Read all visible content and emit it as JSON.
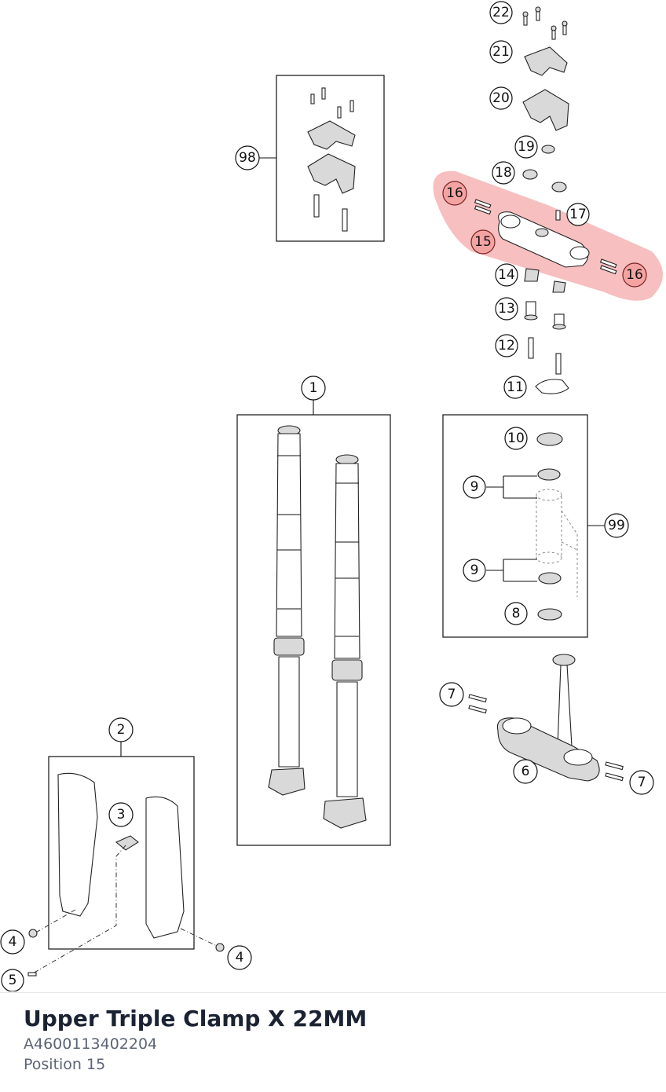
{
  "part": {
    "title": "Upper Triple Clamp X 22MM",
    "number": "A4600113402204",
    "position": "Position 15"
  },
  "callouts": [
    "22",
    "21",
    "20",
    "19",
    "18",
    "16",
    "17",
    "15",
    "16",
    "14",
    "13",
    "12",
    "11",
    "98",
    "1",
    "10",
    "9",
    "99",
    "9",
    "8",
    "7",
    "2",
    "6",
    "7",
    "3",
    "4",
    "4",
    "5"
  ],
  "colors": {
    "highlight": "#f4a3a3",
    "highlight_band": "#f08a8a",
    "text_dark": "#1b2333",
    "text_muted": "#5b6475"
  }
}
